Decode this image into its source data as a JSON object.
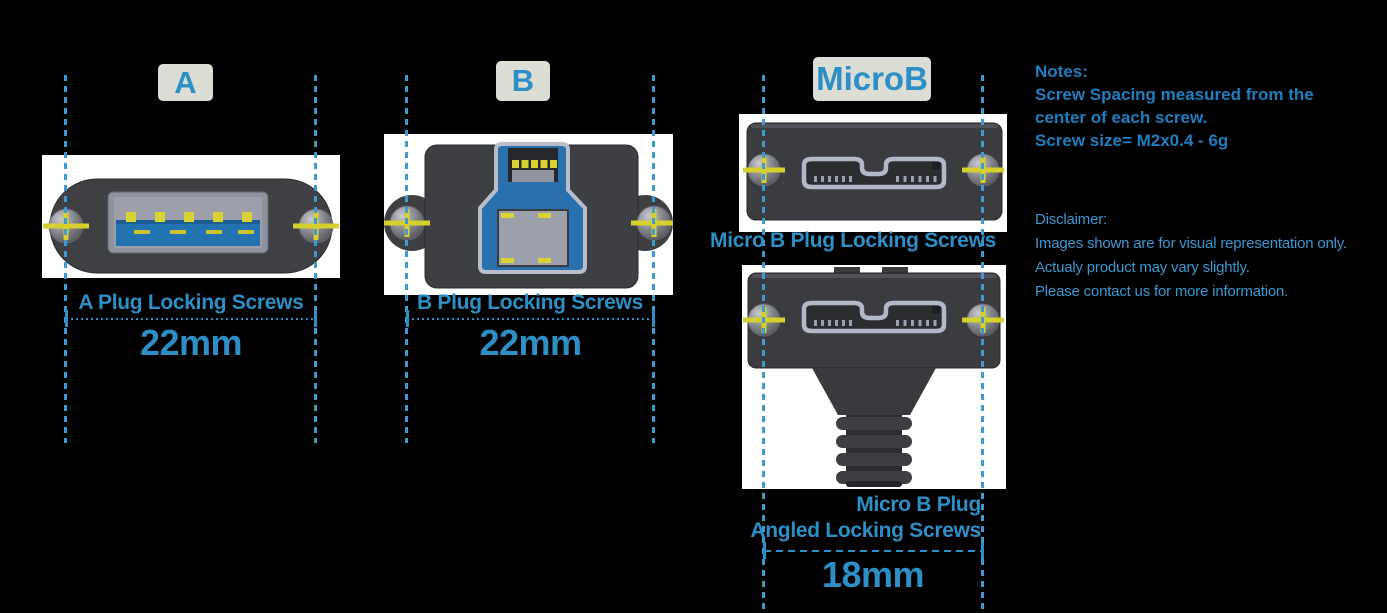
{
  "colors": {
    "background": "#000000",
    "accent_blue": "#2E8EC6",
    "notes_blue": "#1F7EC0",
    "disclaimer_blue": "#3A97D0",
    "guide_dash_blue": "#3F9AD2",
    "label_box_bg": "#DCDDD5",
    "faceplate_gray": "#3B3C40",
    "screw_cross_yellow": "#D6D02E",
    "usb_blue": "#2A70AD",
    "pin_yellow": "#D8D234"
  },
  "sections": {
    "usb_a": {
      "label": "A",
      "caption": "A Plug Locking Screws",
      "spacing": "22mm"
    },
    "usb_b": {
      "label": "B",
      "caption": "B Plug Locking Screws",
      "spacing": "22mm"
    },
    "micro_b": {
      "label": "MicroB",
      "straight_caption": "Micro B Plug Locking Screws",
      "angled_caption_line1": "Micro B Plug",
      "angled_caption_line2": "Angled Locking Screws",
      "spacing": "18mm"
    }
  },
  "notes": {
    "title": "Notes:",
    "line1": "Screw Spacing measured from the",
    "line2": "center of each screw.",
    "line3": "Screw size= M2x0.4 - 6g"
  },
  "disclaimer": {
    "title": "Disclaimer:",
    "line1": "Images shown are for visual representation only.",
    "line2": "Actualy product may vary slightly.",
    "line3": "Please contact us for more information."
  }
}
